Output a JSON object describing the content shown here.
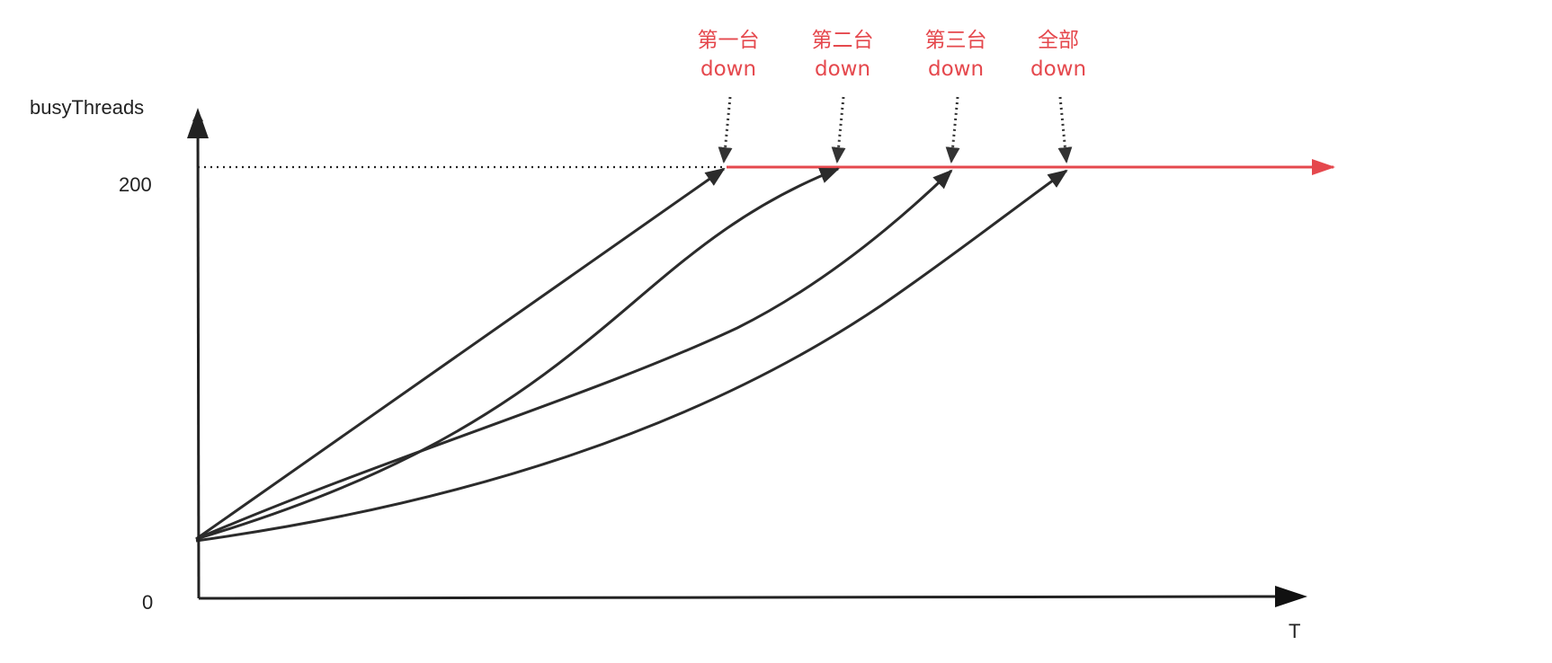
{
  "axes": {
    "y_label": "busyThreads",
    "x_label": "T",
    "y_tick_max": "200",
    "y_tick_min": "0"
  },
  "annotations": [
    {
      "line1": "第一台",
      "line2": "down"
    },
    {
      "line1": "第二台",
      "line2": "down"
    },
    {
      "line1": "第三台",
      "line2": "down"
    },
    {
      "line1": "全部",
      "line2": "down"
    }
  ],
  "colors": {
    "axis": "#222222",
    "curve": "#2b2b2b",
    "limit_line": "#e5484d",
    "annotation": "#e5484d",
    "guide": "#222222"
  }
}
